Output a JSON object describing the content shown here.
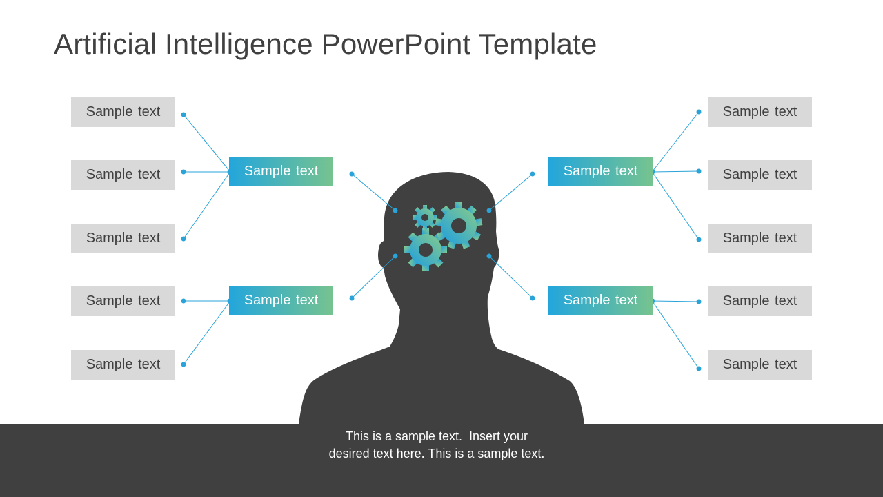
{
  "slide": {
    "title": "Artificial Intelligence PowerPoint Template"
  },
  "left": {
    "outer": [
      "Sample text",
      "Sample text",
      "Sample text",
      "Sample text",
      "Sample text"
    ],
    "hubs": [
      "Sample text",
      "Sample text"
    ]
  },
  "right": {
    "outer": [
      "Sample text",
      "Sample text",
      "Sample text",
      "Sample text",
      "Sample text"
    ],
    "hubs": [
      "Sample text",
      "Sample text"
    ]
  },
  "footer": {
    "line1": "This is a sample text.  Insert your",
    "line2": "desired text here. This is a sample text."
  },
  "colors": {
    "silhouette": "#404040",
    "connector": "#29a3d8",
    "gradient_start": "#23a6dc",
    "gradient_end": "#76c38f",
    "box_gray": "#d9d9d9"
  }
}
